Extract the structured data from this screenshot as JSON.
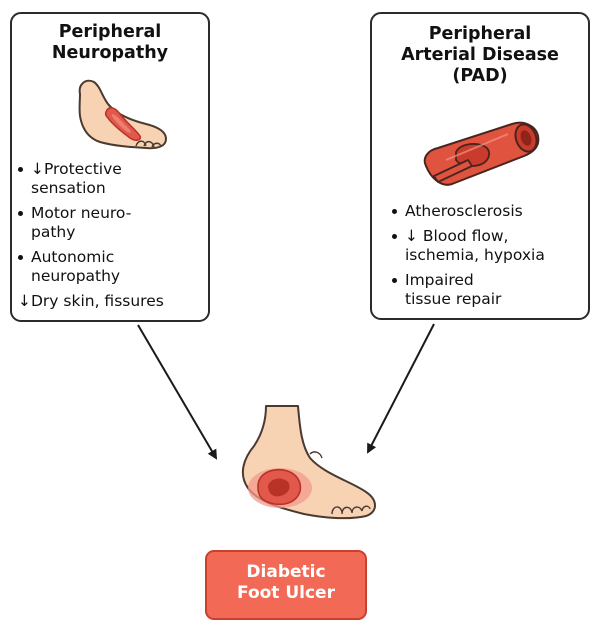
{
  "left_box": {
    "title_line1": "Peripheral",
    "title_line2": "Neuropathy",
    "items": [
      {
        "line1": "↓Protective",
        "line2": "sensation"
      },
      {
        "line1": "Motor neuro-",
        "line2": "pathy"
      },
      {
        "line1": "Autonomic",
        "line2": "neuropathy"
      }
    ],
    "last_item": "↓Dry skin, fissures"
  },
  "right_box": {
    "title_line1": "Peripheral",
    "title_line2": "Arterial Disease",
    "title_line3": "(PAD)",
    "items": [
      {
        "line1": "Atherosclerosis",
        "line2": ""
      },
      {
        "line1": "↓ Blood flow,",
        "line2": "ischemia, hypoxia"
      },
      {
        "line1": "Impaired",
        "line2": "tissue repair"
      }
    ]
  },
  "outcome": {
    "line1": "Diabetic",
    "line2": "Foot Ulcer"
  },
  "colors": {
    "skin": "#f7d3b4",
    "skin_outline": "#4a3a30",
    "ulcer_red": "#e2584a",
    "ulcer_dark": "#b83226",
    "vessel_red": "#e0533f",
    "outcome_fill": "#f26a55",
    "border": "#2b2b2b"
  }
}
